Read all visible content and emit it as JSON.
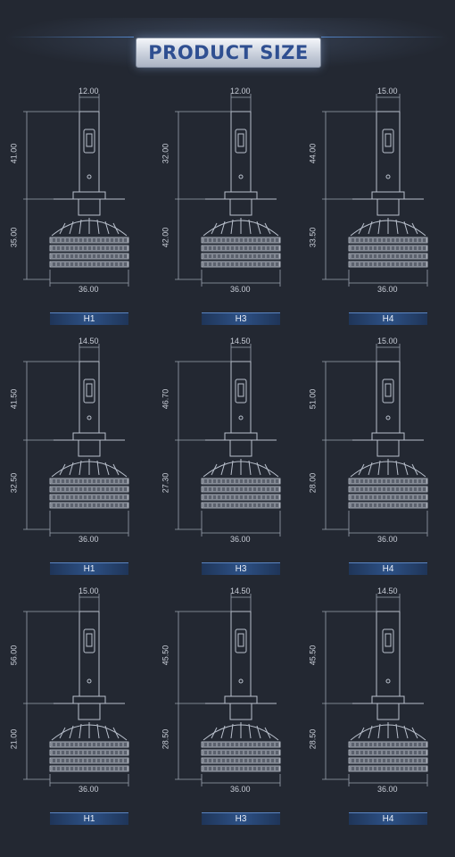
{
  "title": "PRODUCT SIZE",
  "bulbs": [
    {
      "tag": "H1",
      "top_dim": "12.00",
      "upper_dim": "41.00",
      "lower_dim": "35.00",
      "base_dim": "36.00"
    },
    {
      "tag": "H3",
      "top_dim": "12.00",
      "upper_dim": "32.00",
      "lower_dim": "42.00",
      "base_dim": "36.00"
    },
    {
      "tag": "H4",
      "top_dim": "15.00",
      "upper_dim": "44.00",
      "lower_dim": "33.50",
      "base_dim": "36.00"
    },
    {
      "tag": "H1",
      "top_dim": "14.50",
      "upper_dim": "41.50",
      "lower_dim": "32.50",
      "base_dim": "36.00"
    },
    {
      "tag": "H3",
      "top_dim": "14.50",
      "upper_dim": "46.70",
      "lower_dim": "27.30",
      "base_dim": "36.00"
    },
    {
      "tag": "H4",
      "top_dim": "15.00",
      "upper_dim": "51.00",
      "lower_dim": "28.00",
      "base_dim": "36.00"
    },
    {
      "tag": "H1",
      "top_dim": "15.00",
      "upper_dim": "56.00",
      "lower_dim": "21.00",
      "base_dim": "36.00"
    },
    {
      "tag": "H3",
      "top_dim": "14.50",
      "upper_dim": "45.50",
      "lower_dim": "28.50",
      "base_dim": "36.00"
    },
    {
      "tag": "H4",
      "top_dim": "14.50",
      "upper_dim": "45.50",
      "lower_dim": "28.50",
      "base_dim": "36.00"
    }
  ]
}
